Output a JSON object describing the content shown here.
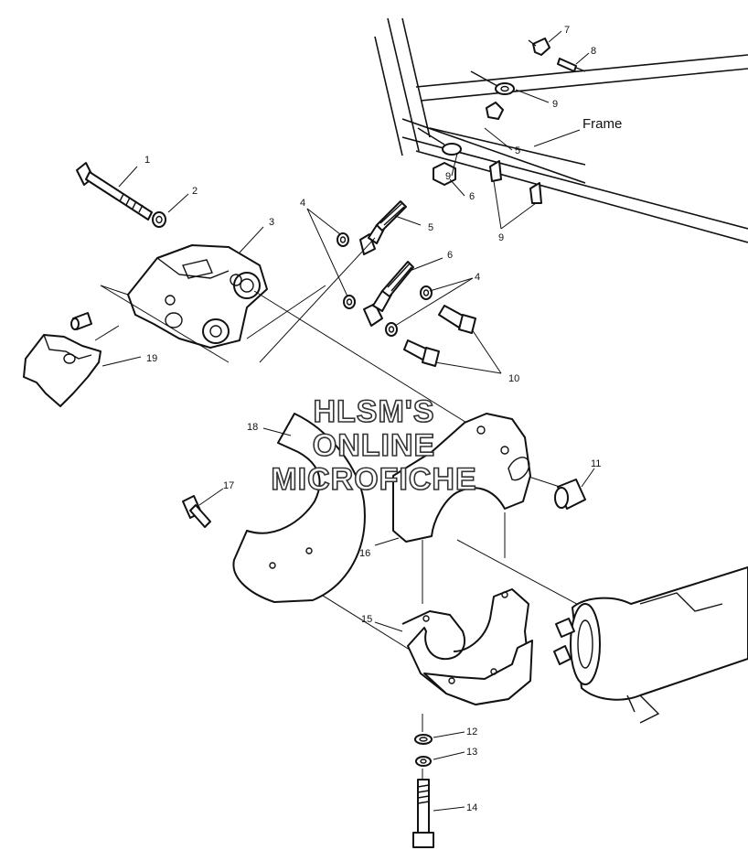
{
  "labels": {
    "frame": "Frame",
    "p1": "1",
    "p2": "2",
    "p3": "3",
    "p4a": "4",
    "p4b": "4",
    "p5a": "5",
    "p5b": "5",
    "p6a": "6",
    "p6b": "6",
    "p7": "7",
    "p8": "8",
    "p9a": "9",
    "p9b": "9",
    "p9c": "9",
    "p10": "10",
    "p11": "11",
    "p12": "12",
    "p13": "13",
    "p14": "14",
    "p15": "15",
    "p16": "16",
    "p17": "17",
    "p18": "18",
    "p19": "19"
  },
  "watermark": {
    "line1": "HLSM'S",
    "line2": "ONLINE",
    "line3": "MICROFICHE"
  }
}
